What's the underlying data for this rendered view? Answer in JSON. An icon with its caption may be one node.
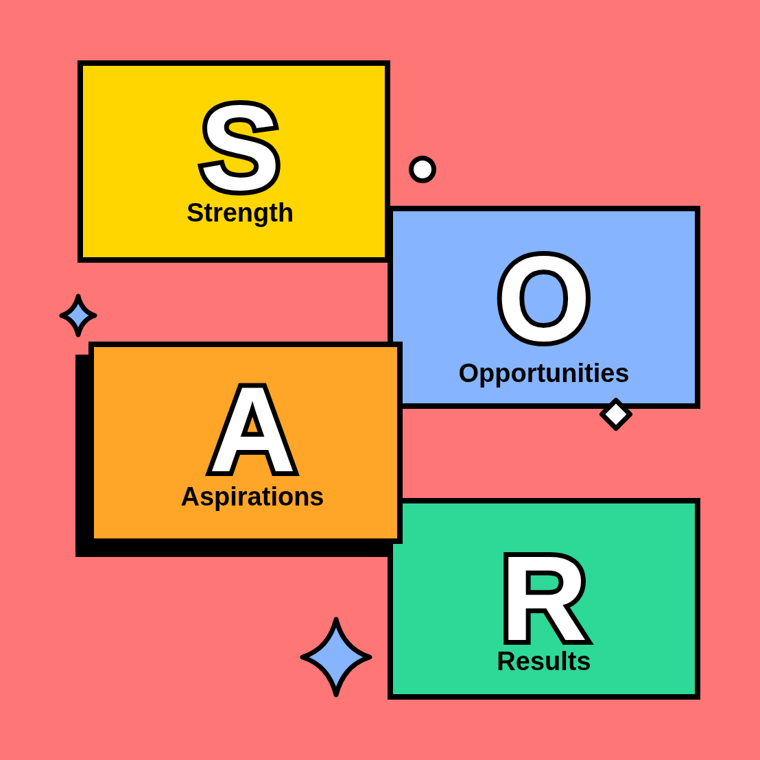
{
  "diagram": {
    "nodes": [
      {
        "text": [
          "S",
          "Strength"
        ]
      },
      {
        "text": [
          "O",
          "Opportunities"
        ]
      },
      {
        "text": [
          "A",
          "Aspirations"
        ]
      },
      {
        "text": [
          "R",
          "Results"
        ]
      }
    ]
  }
}
